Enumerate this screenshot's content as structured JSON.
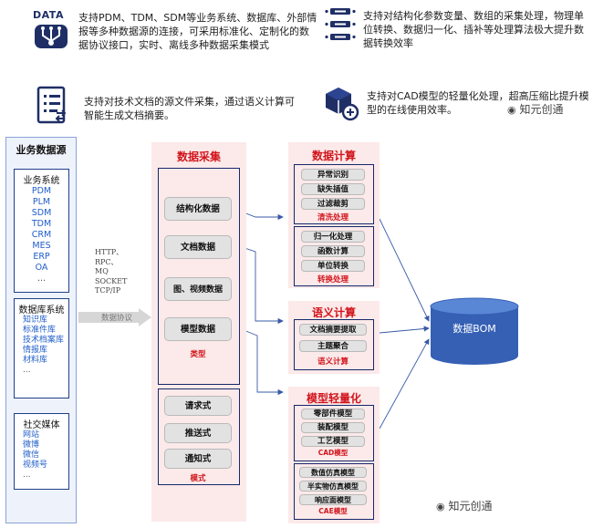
{
  "features": [
    {
      "icon": "data-flow-icon",
      "icon_text": "DATA",
      "text": "支持PDM、TDM、SDM等业务系统、数据库、外部情报等多种数据源的连接，可采用标准化、定制化的数据协议接口，实时、离线多种数据采集模式"
    },
    {
      "icon": "data-process-icon",
      "text": "支持对结构化参数变量、数组的采集处理，物理单位转换、数据归一化、插补等处理算法极大提升数据转换效率"
    },
    {
      "icon": "document-icon",
      "text": "支持对技术文档的源文件采集，通过语义计算可智能生成文档摘要。"
    },
    {
      "icon": "cad-cube-icon",
      "text": "支持对CAD模型的轻量化处理，超高压缩比提升模型的在线使用效率。"
    }
  ],
  "watermark": "知元创通",
  "sources": {
    "title": "业务数据源",
    "groups": [
      {
        "name": "业务系统",
        "items": [
          "PDM",
          "PLM",
          "SDM",
          "TDM",
          "CRM",
          "MES",
          "ERP",
          "OA",
          "..."
        ]
      },
      {
        "name": "数据库系统",
        "items": [
          "知识库",
          "标准件库",
          "技术档案库",
          "情报库",
          "材料库",
          "..."
        ]
      },
      {
        "name": "社交媒体",
        "items": [
          "网站",
          "微博",
          "微信",
          "视频号",
          "..."
        ]
      }
    ]
  },
  "protocols": [
    "HTTP、",
    "RPC、",
    "MQ",
    "SOCKET",
    "TCP/IP"
  ],
  "protocol_label": "数据协议",
  "collect": {
    "title": "数据采集",
    "types": [
      "结构化数据",
      "文档数据",
      "图、视频数据",
      "模型数据"
    ],
    "types_label": "类型",
    "modes": [
      "请求式",
      "推送式",
      "通知式"
    ],
    "modes_label": "模式"
  },
  "compute": {
    "title": "数据计算",
    "clean": [
      "异常识别",
      "缺失插值",
      "过滤裁剪"
    ],
    "clean_label": "清洗处理",
    "convert": [
      "归一化处理",
      "函数计算",
      "单位转换"
    ],
    "convert_label": "转换处理"
  },
  "semantic": {
    "title": "语义计算",
    "items": [
      "文档摘要提取",
      "主题聚合"
    ],
    "label": "语义计算"
  },
  "lightweight": {
    "title": "模型轻量化",
    "cad": [
      "零部件模型",
      "装配模型",
      "工艺模型"
    ],
    "cad_label": "CAD模型",
    "cae": [
      "数值仿真模型",
      "半实物仿真模型",
      "响应面模型"
    ],
    "cae_label": "CAE模型"
  },
  "bom": "数据BOM"
}
